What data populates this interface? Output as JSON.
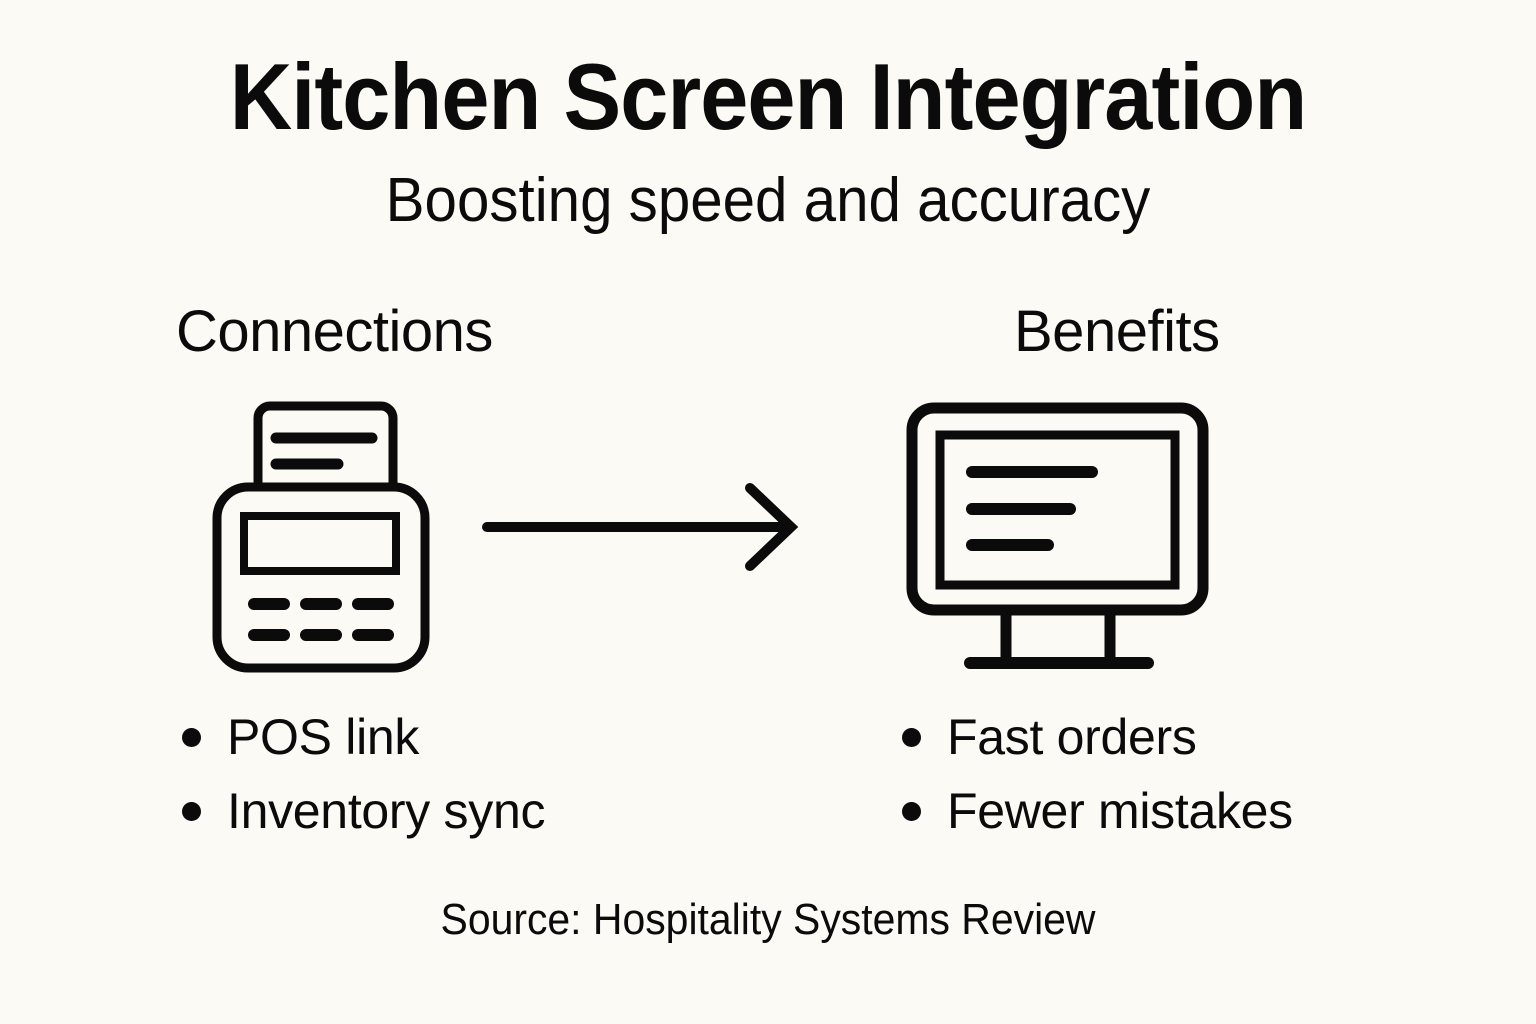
{
  "page": {
    "background_color": "#FBFAF4",
    "ink_color": "#0B0B0B",
    "title": "Kitchen Screen Integration",
    "subtitle": "Boosting speed and accuracy",
    "source": "Source: Hospitality Systems Review"
  },
  "columns": {
    "left": {
      "heading": "Connections",
      "icon": "pos-terminal-icon",
      "bullets": [
        {
          "label": "POS link"
        },
        {
          "label": "Inventory sync"
        }
      ]
    },
    "right": {
      "heading": "Benefits",
      "icon": "monitor-screen-icon",
      "bullets": [
        {
          "label": "Fast orders"
        },
        {
          "label": "Fewer mistakes"
        }
      ]
    }
  },
  "connector": {
    "icon": "arrow-right-icon",
    "direction": "left-to-right"
  }
}
